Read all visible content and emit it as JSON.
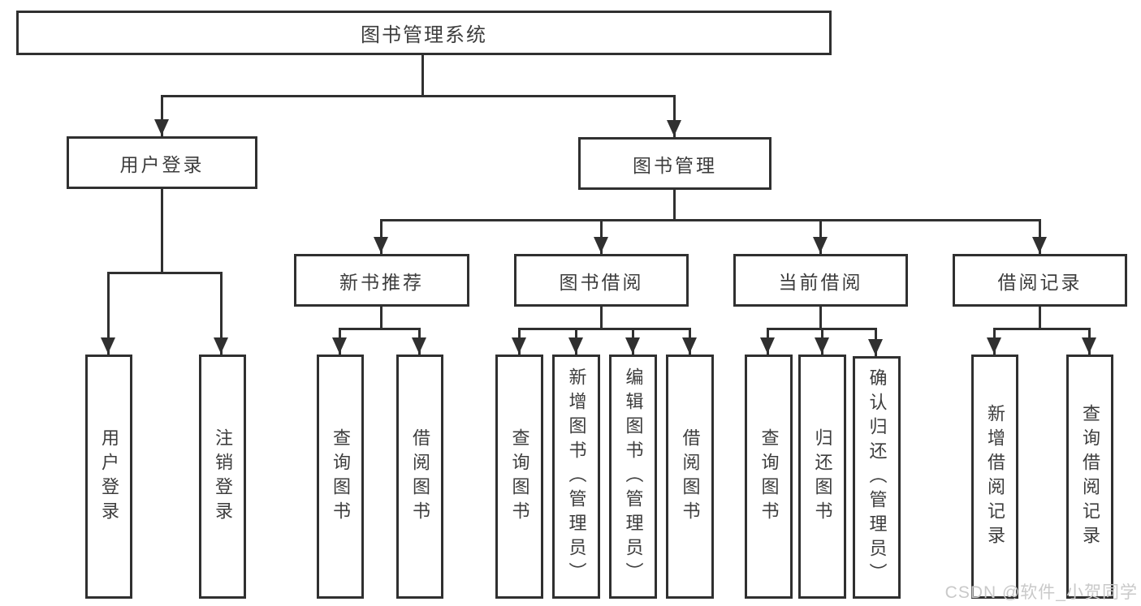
{
  "diagram_type": "hierarchy-tree",
  "colors": {
    "line": "#303030",
    "box_border": "#303030",
    "box_fill": "#ffffff",
    "text": "#3d3d3d",
    "watermark": "#c9c9c9",
    "background": "#ffffff"
  },
  "tree": {
    "root": {
      "label": "图书管理系统",
      "children": [
        {
          "label": "用户登录",
          "children": [
            {
              "label": "用户登录"
            },
            {
              "label": "注销登录"
            }
          ]
        },
        {
          "label": "图书管理",
          "children": [
            {
              "label": "新书推荐",
              "children": [
                {
                  "label": "查询图书"
                },
                {
                  "label": "借阅图书"
                }
              ]
            },
            {
              "label": "图书借阅",
              "children": [
                {
                  "label": "查询图书"
                },
                {
                  "label": "新增图书（管理员）"
                },
                {
                  "label": "编辑图书（管理员）"
                },
                {
                  "label": "借阅图书"
                }
              ]
            },
            {
              "label": "当前借阅",
              "children": [
                {
                  "label": "查询图书"
                },
                {
                  "label": "归还图书"
                },
                {
                  "label": "确认归还（管理员）"
                }
              ]
            },
            {
              "label": "借阅记录",
              "children": [
                {
                  "label": "新增借阅记录"
                },
                {
                  "label": "查询借阅记录"
                }
              ]
            }
          ]
        }
      ]
    }
  },
  "watermark": {
    "text": "CSDN @软件_小贺同学"
  }
}
